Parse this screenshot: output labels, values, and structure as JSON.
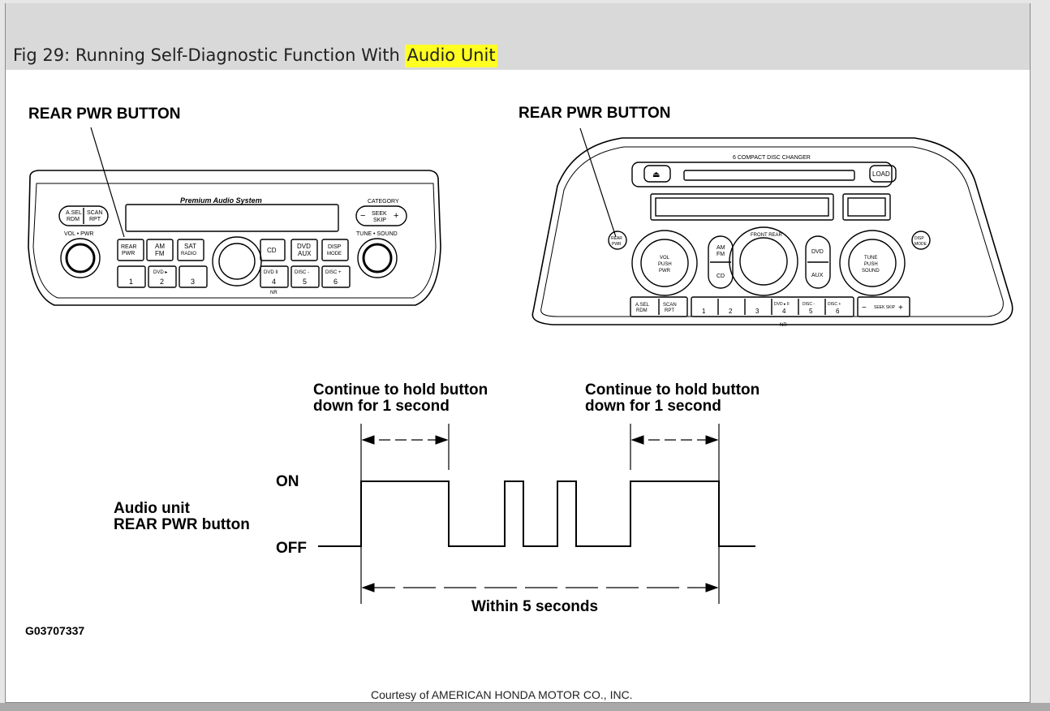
{
  "header": {
    "title_prefix": "Fig 29: Running Self-Diagnostic Function With ",
    "title_highlight": "Audio Unit"
  },
  "left_unit": {
    "callout": "REAR PWR BUTTON",
    "brand": "Premium Audio System",
    "buttons": {
      "asel": [
        "A.SEL",
        "RDM"
      ],
      "scan": [
        "SCAN",
        "RPT"
      ],
      "category": "CATEGORY",
      "seek": [
        "SEEK",
        "SKIP"
      ],
      "vol": "VOL • PWR",
      "tune": "TUNE • SOUND",
      "rear_pwr": [
        "REAR",
        "PWR"
      ],
      "am_fm": [
        "AM",
        "FM"
      ],
      "sat": [
        "SAT",
        "RADIO"
      ],
      "cd": "CD",
      "dvd_aux": [
        "DVD",
        "AUX"
      ],
      "disp": [
        "DISP",
        "MODE"
      ],
      "presets": [
        "1",
        "2",
        "3",
        "4",
        "5",
        "6"
      ],
      "preset_tops": [
        "",
        "DVD ▸",
        "",
        "DVD II",
        "DISC -",
        "DISC +"
      ],
      "nr": "NR"
    }
  },
  "right_unit": {
    "callout": "REAR PWR BUTTON",
    "changer": "6 COMPACT DISC CHANGER",
    "load": "LOAD",
    "disp_mode": [
      "DISP",
      "MODE"
    ],
    "rear_pwr": [
      "REAR",
      "PWR"
    ],
    "vol": [
      "VOL",
      "PUSH",
      "PWR"
    ],
    "tune": [
      "TUNE",
      "PUSH",
      "SOUND"
    ],
    "am_fm": [
      "AM",
      "FM"
    ],
    "cd": "CD",
    "dvd": "DVD",
    "aux": "AUX",
    "front_rear": "FRONT REAR",
    "presets": [
      "1",
      "2",
      "3",
      "4",
      "5",
      "6"
    ],
    "preset_tops": [
      "",
      "",
      "",
      "DVD ▸ II",
      "DISC -",
      "DISC +"
    ],
    "asel": [
      "A.SEL",
      "RDM"
    ],
    "scan": [
      "SCAN",
      "RPT"
    ],
    "seek": "SEEK SKIP",
    "nr": "NR"
  },
  "timing": {
    "hold_left": [
      "Continue to hold button",
      "down for 1 second"
    ],
    "hold_right": [
      "Continue to hold button",
      "down for 1 second"
    ],
    "on_label": "ON",
    "off_label": "OFF",
    "signal_label": [
      "Audio unit",
      "REAR PWR button"
    ],
    "within_label": "Within 5 seconds",
    "figure_code": "G03707337"
  },
  "footer": {
    "courtesy": "Courtesy of AMERICAN HONDA MOTOR CO., INC."
  }
}
